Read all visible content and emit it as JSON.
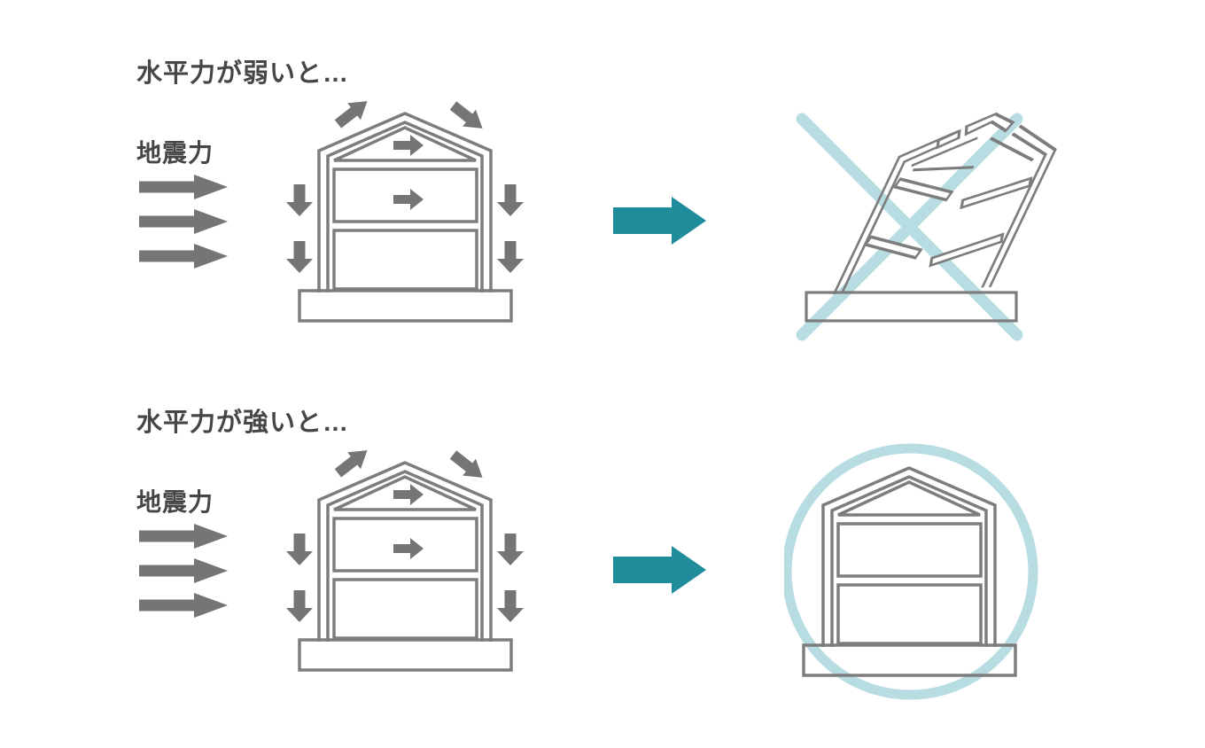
{
  "diagram": {
    "rows": [
      {
        "title": "水平力が弱いと…",
        "force_label": "地震力",
        "force_arrow_count": 3,
        "outcome_mark": "cross-mark",
        "outcome_house": "collapsed-tilted-house"
      },
      {
        "title": "水平力が強いと…",
        "force_label": "地震力",
        "force_arrow_count": 3,
        "outcome_mark": "circle-mark",
        "outcome_house": "intact-house"
      }
    ],
    "icons": {
      "seismic_force": "three-right-arrows-icon",
      "house": "two-story-house-diagram",
      "flow": "right-arrow-icon",
      "cross": "cross-mark-icon",
      "circle": "circle-mark-icon"
    },
    "colors": {
      "text": "#464646",
      "arrow_gray": "#757575",
      "house_gray": "#7d7d7d",
      "accent_teal": "#1e8c9b",
      "mark_blue": "#b7dce2",
      "background": "#ffffff"
    }
  }
}
